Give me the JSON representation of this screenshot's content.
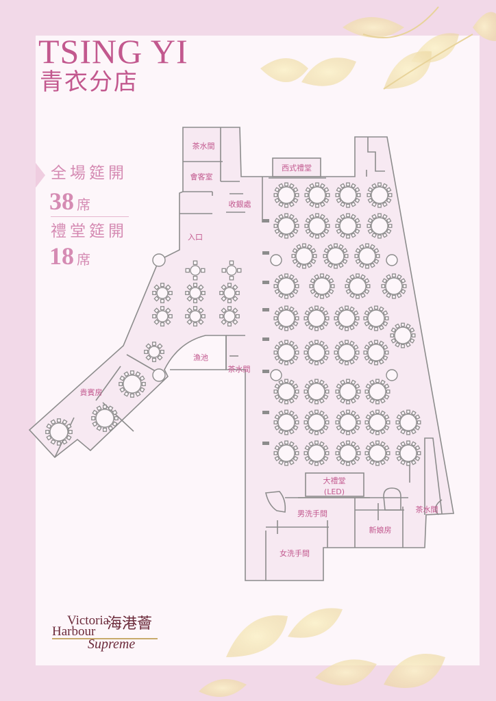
{
  "header": {
    "title_en": "TSING YI",
    "title_zh": "青衣分店"
  },
  "stats": [
    {
      "label": "全場筵開",
      "count": "38",
      "unit": "席"
    },
    {
      "label": "禮堂筵開",
      "count": "18",
      "unit": "席"
    }
  ],
  "rooms": {
    "pantry_top": "茶水間",
    "meeting_room": "會客室",
    "cashier": "收銀處",
    "entrance": "入口",
    "western_hall": "西式禮堂",
    "fish_tank": "漁池",
    "pantry_middle": "茶水間",
    "vip_room": "貴賓房",
    "main_stage_line1": "大禮堂",
    "main_stage_line2": "(LED)",
    "mens_restroom": "男洗手間",
    "womens_restroom": "女洗手間",
    "bridal_room": "新娘房",
    "pantry_right": "茶水間"
  },
  "logo": {
    "line1": "Victoria",
    "line2": "Harbour",
    "zh": "海港薈",
    "script": "Supreme"
  },
  "colors": {
    "accent": "#c2588e",
    "wall": "#8c8c8c",
    "floor": "#f7e9f2",
    "border": "#f2d9e8"
  }
}
